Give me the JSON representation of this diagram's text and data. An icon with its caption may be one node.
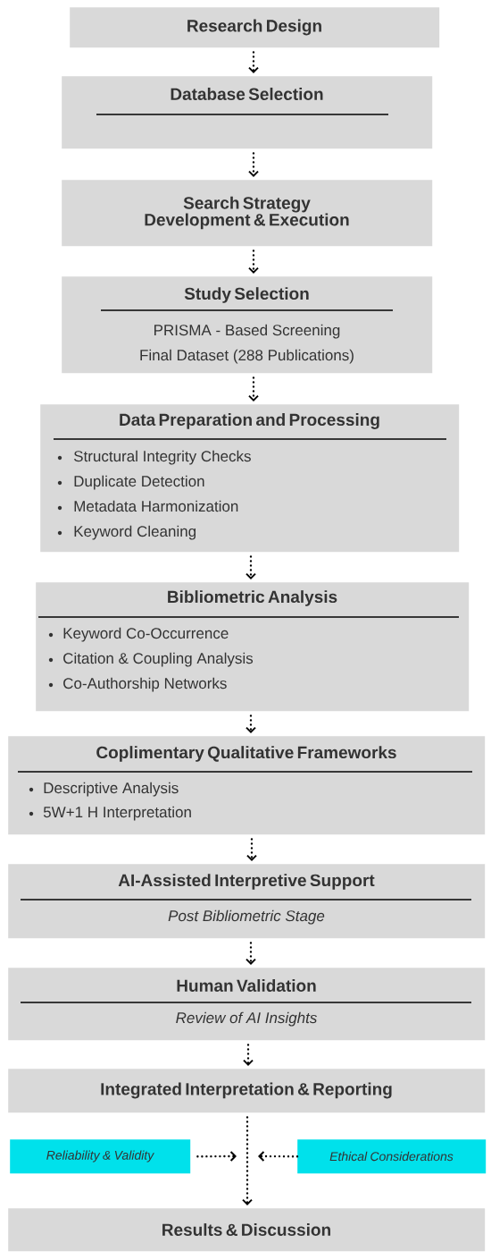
{
  "diagram": {
    "nodes": [
      {
        "text": [
          "Research Design"
        ]
      },
      {
        "text": [
          "Database Selection"
        ]
      },
      {
        "text": [
          "Search Strategy Development & Execution"
        ]
      },
      {
        "text": [
          "Study Selection",
          "PRISMA - Based Screening",
          "Final Dataset (288 Publications)"
        ]
      },
      {
        "text": [
          "Data Preparation and Processing",
          "Structural Integrity Checks",
          "Duplicate Detection",
          "Metadata Harmonization",
          "Keyword Cleaning"
        ]
      },
      {
        "text": [
          "Bibliometric Analysis",
          "Keyword Co-Occurrence",
          "Citation & Coupling Analysis",
          "Co-Authorship Networks"
        ]
      },
      {
        "text": [
          "Coplimentary Qualitative Frameworks",
          "Descriptive Analysis",
          "5W+1 H Interpretation"
        ]
      },
      {
        "text": [
          "AI-Assisted Interpretive Support",
          "Post Bibliometric Stage"
        ]
      },
      {
        "text": [
          "Human Validation",
          "Review of AI Insights"
        ]
      },
      {
        "text": [
          "Integrated Interpretation & Reporting"
        ]
      },
      {
        "text": [
          "Reliability & Validity"
        ]
      },
      {
        "text": [
          "Ethical Considerations"
        ]
      },
      {
        "text": [
          "Results & Discussion"
        ]
      }
    ],
    "edges": [
      {
        "from": 0,
        "to": 1,
        "arrow": "to",
        "style": "dashed"
      },
      {
        "from": 1,
        "to": 2,
        "arrow": "to",
        "style": "dashed"
      },
      {
        "from": 2,
        "to": 3,
        "arrow": "to",
        "style": "dashed"
      },
      {
        "from": 3,
        "to": 4,
        "arrow": "to",
        "style": "dashed"
      },
      {
        "from": 4,
        "to": 5,
        "arrow": "to",
        "style": "dashed"
      },
      {
        "from": 5,
        "to": 6,
        "arrow": "to",
        "style": "dashed"
      },
      {
        "from": 6,
        "to": 7,
        "arrow": "to",
        "style": "dashed"
      },
      {
        "from": 7,
        "to": 8,
        "arrow": "to",
        "style": "dashed"
      },
      {
        "from": 8,
        "to": 9,
        "arrow": "to",
        "style": "dashed"
      },
      {
        "from": 9,
        "to": 12,
        "arrow": "to",
        "style": "dashed"
      },
      {
        "from": 10,
        "to": null,
        "arrow": "to",
        "style": "dashed"
      },
      {
        "from": 11,
        "to": null,
        "arrow": "to",
        "style": "dashed"
      }
    ]
  }
}
